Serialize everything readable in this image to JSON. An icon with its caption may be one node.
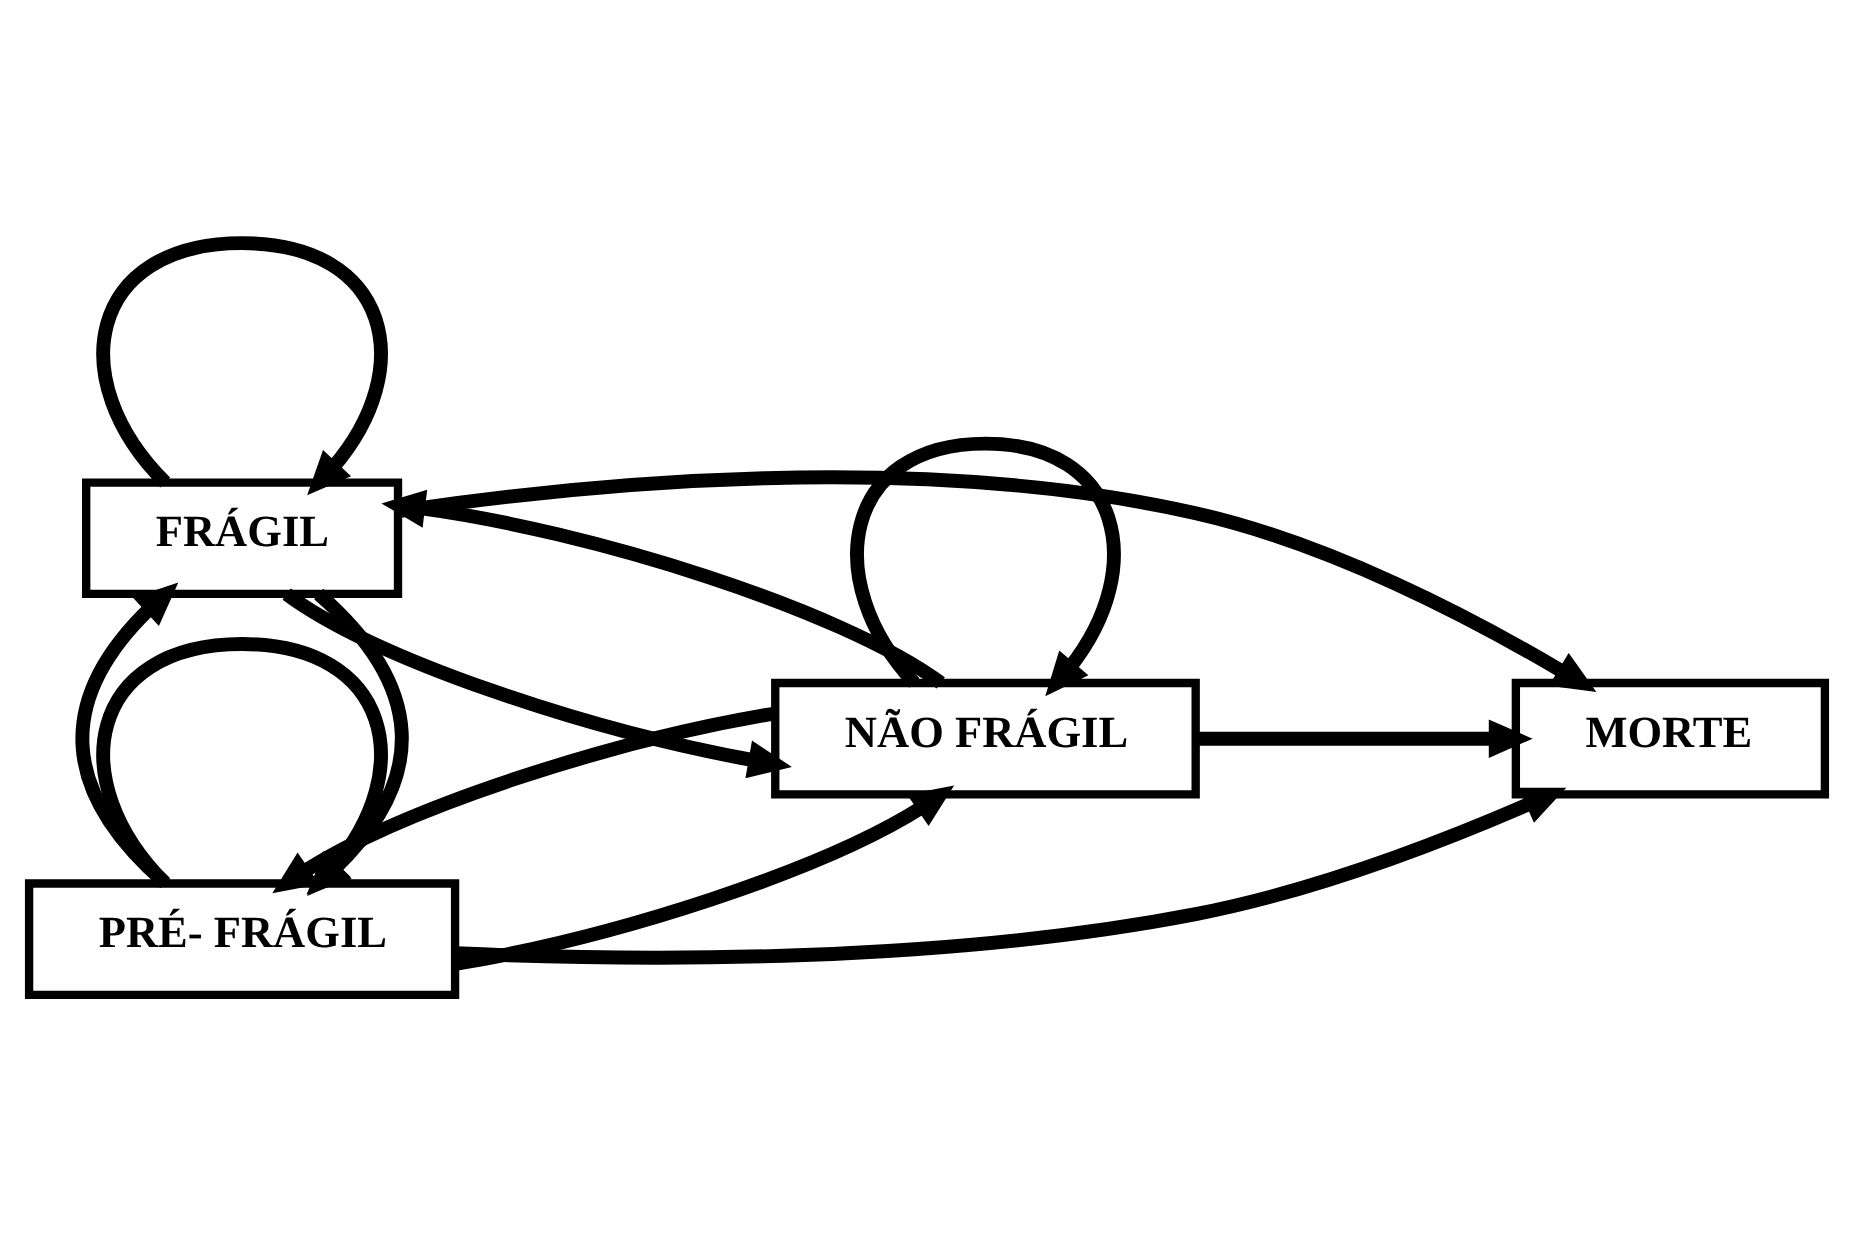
{
  "diagram": {
    "nodes": [
      {
        "text": [
          "PRÉ- FRÁGIL"
        ]
      },
      {
        "text": [
          "NÃO FRÁGIL"
        ]
      },
      {
        "text": [
          "MORTE"
        ]
      },
      {
        "text": [
          "FRÁGIL"
        ]
      }
    ],
    "edges": [
      {
        "from": 0,
        "to": 0,
        "arrow": "to"
      },
      {
        "from": 0,
        "to": 1,
        "arrow": "to"
      },
      {
        "from": 1,
        "to": 0,
        "arrow": "to"
      },
      {
        "from": 0,
        "to": 2,
        "arrow": "to"
      },
      {
        "from": 1,
        "to": 1,
        "arrow": "to"
      },
      {
        "from": 1,
        "to": 2,
        "arrow": "to"
      },
      {
        "from": 3,
        "to": 0,
        "arrow": "to"
      },
      {
        "from": 0,
        "to": 3,
        "arrow": "to"
      },
      {
        "from": 1,
        "to": 3,
        "arrow": "to"
      },
      {
        "from": 3,
        "to": 1,
        "arrow": "to"
      },
      {
        "from": 3,
        "to": 2,
        "arrow": "to"
      },
      {
        "from": 3,
        "to": 3,
        "arrow": "to"
      }
    ]
  }
}
